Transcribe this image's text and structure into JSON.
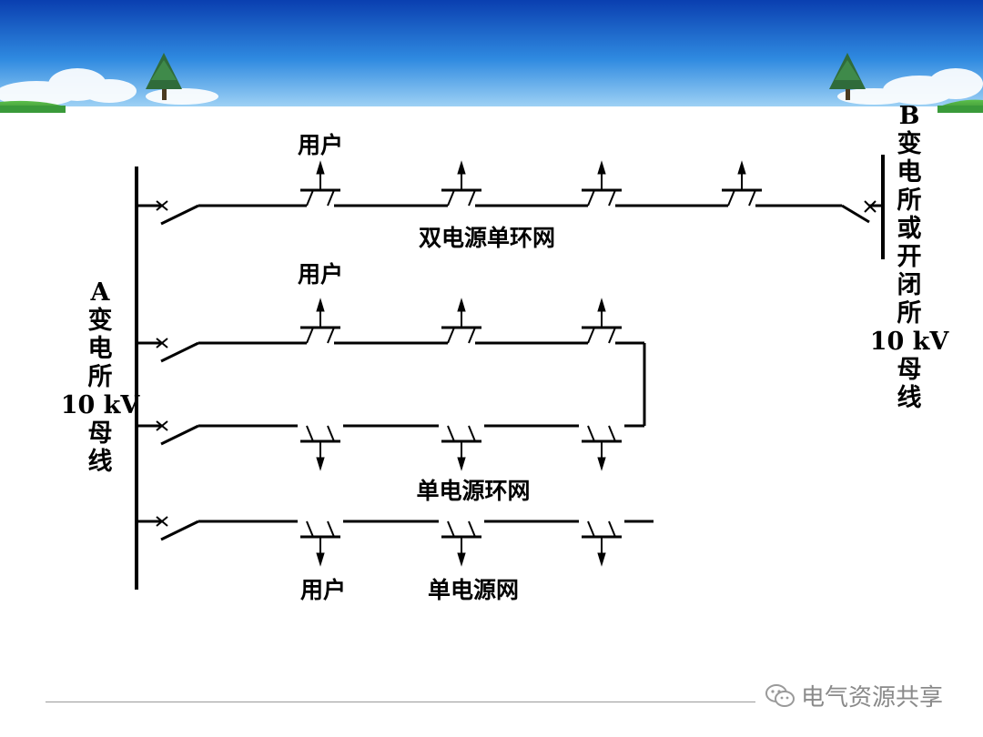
{
  "colors": {
    "sky_top": "#0a3fb0",
    "sky_mid": "#2f8ae0",
    "sky_light": "#c8e6fa",
    "grass": "#3a9a3a",
    "line": "#000000",
    "watermark": "#8a8a8a"
  },
  "labels": {
    "user_top1": "用户",
    "user_top2": "用户",
    "user_bottom": "用户",
    "double_ring": "双电源单环网",
    "single_ring": "单电源环网",
    "single_net": "单电源网"
  },
  "left_bus": [
    "A",
    "变",
    "电",
    "所",
    "10 kV",
    "母",
    "线"
  ],
  "right_bus": [
    "B",
    "变",
    "电",
    "所",
    "或",
    "开",
    "闭",
    "所",
    "10 kV",
    "母",
    "线"
  ],
  "watermark": {
    "icon": "wechat-icon",
    "text": "电气资源共享"
  }
}
